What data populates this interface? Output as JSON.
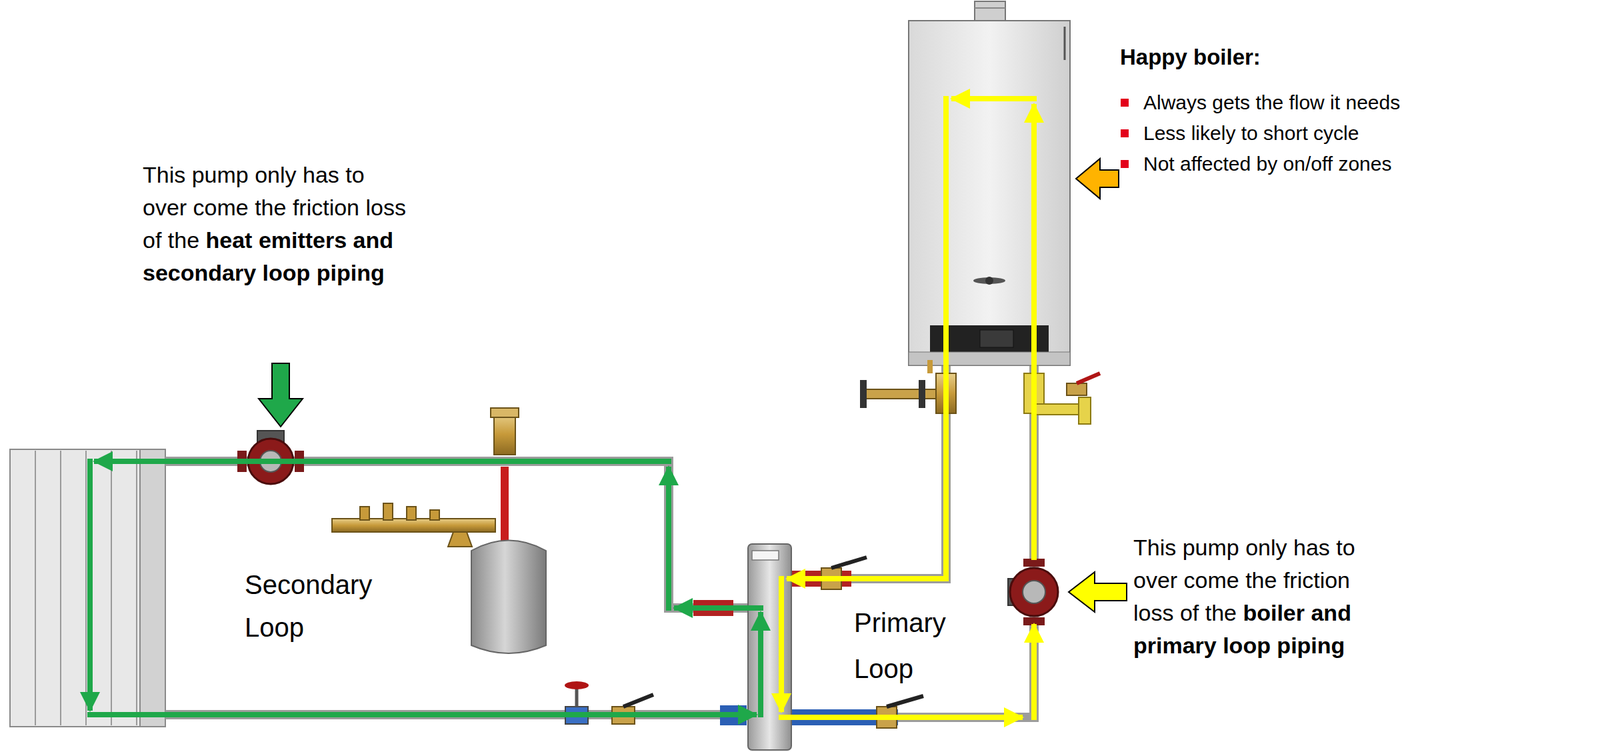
{
  "diagram": {
    "labels": [
      "Happy boiler:",
      "Always gets the flow it needs",
      "Less likely to short cycle",
      "Not affected by on/off zones",
      "This pump only has to over come the friction loss of the",
      "heat emitters and secondary loop piping",
      "Secondary Loop",
      "Primary Loop",
      "This pump only has to over come the friction loss of the",
      "boiler and primary loop piping"
    ]
  }
}
